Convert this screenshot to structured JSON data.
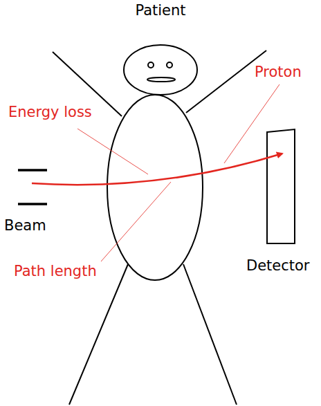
{
  "diagram": {
    "labels": [
      "Patient",
      "Energy loss",
      "Proton",
      "Beam",
      "Path length",
      "Detector"
    ]
  }
}
